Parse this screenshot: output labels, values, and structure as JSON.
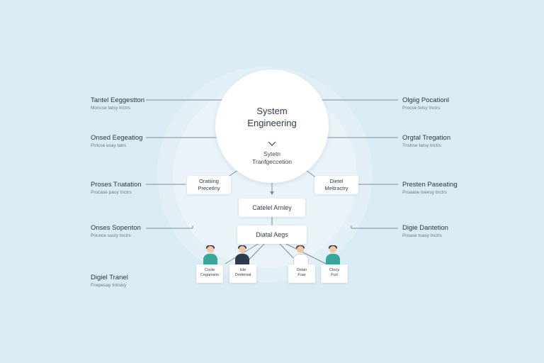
{
  "center": {
    "title_line1": "System",
    "title_line2": "Engineering",
    "sub_line1": "Sytetn",
    "sub_line2": "Tranfgeccetion"
  },
  "left_labels": [
    {
      "title": "Tantel Eeggestton",
      "sub": "Moncse tatsy tnctrs"
    },
    {
      "title": "Onsed Eegeatiog",
      "sub": "Prncse esay tatrs"
    },
    {
      "title": "Proses Tnatation",
      "sub": "Procase pauy tnctrs"
    },
    {
      "title": "Onses Sopenton",
      "sub": "Pounce sasty tnctrs"
    },
    {
      "title": "Digiel Tranel",
      "sub": "Fnepesay tntrstry"
    }
  ],
  "right_labels": [
    {
      "title": "Olgiig Pocationl",
      "sub": "Procse tetsy tnctrs"
    },
    {
      "title": "Orgtal Tregation",
      "sub": "Tnstrse tatsy tnctrs"
    },
    {
      "title": "Presten Paseating",
      "sub": "Proaase toeesy tnctrs"
    },
    {
      "title": "Digie Dantetion",
      "sub": "Proase toasy tnctrs"
    }
  ],
  "side_boxes": {
    "left": {
      "line1": "Oratiiing",
      "line2": "Precetlny"
    },
    "right": {
      "line1": "Dietel",
      "line2": "Meltractry"
    }
  },
  "flow_boxes": [
    {
      "label": "Catelel Arnley"
    },
    {
      "label": "Diatal Aegs"
    }
  ],
  "people": [
    {
      "line1": "Cocte",
      "line2": "Cegarrann",
      "shirt": "#3aa59a"
    },
    {
      "line1": "Icte",
      "line2": "Dortental",
      "shirt": "#2e3b4c"
    },
    {
      "line1": "Ostan",
      "line2": "Fuar",
      "shirt": "#ffffff"
    },
    {
      "line1": "Ctocy",
      "line2": "Furl",
      "shirt": "#3aa59a"
    }
  ],
  "colors": {
    "background": "#d9ebf4",
    "line": "#7d8e9e",
    "accent_teal": "#3aa59a",
    "dark": "#2e3b4c"
  }
}
